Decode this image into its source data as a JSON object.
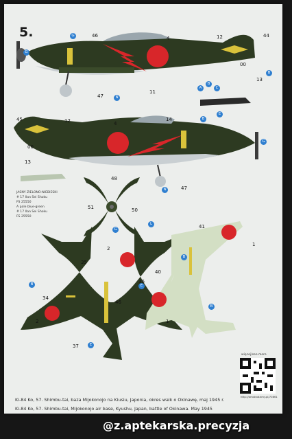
{
  "sheet": {
    "plate_number": "5.",
    "caption_pl": "Ki-84 Ko, 57. Shimbu-tai, baza Mijokonojo na Kiusiu, Japonia, okres walk o Okinawę, maj 1945 r.",
    "caption_en": "Ki-84 Ko, 57. Shimbu-tai, Mijokonojo air base, Kyushu, Japan, battle of Okinawa. May 1945",
    "color_legend": [
      "JASNY ZIELONO-NIEBIESKI",
      "# 17 Ilan Sei Shoku",
      "FS 25550",
      "A pale blue-green",
      "# 17 Ilan Sei Shoku",
      "FS 25550"
    ],
    "qr_label": "więcej/see more",
    "qr_url": "http://amstrodzimy.pl/70861",
    "watermark": "@z.aptekarska.precyzja"
  },
  "callouts": {
    "numbers": [
      "46",
      "4",
      "12",
      "44",
      "00",
      "13",
      "11",
      "47",
      "45",
      "12",
      "00",
      "13",
      "14",
      "4",
      "47",
      "48",
      "51",
      "50",
      "2",
      "35",
      "36",
      "34",
      "46",
      "37",
      "2",
      "41",
      "1",
      "40",
      "1"
    ],
    "letters": [
      "G",
      "G",
      "B",
      "N",
      "A",
      "B",
      "C",
      "E",
      "G",
      "B",
      "N",
      "G",
      "L",
      "E",
      "B",
      "E",
      "B",
      "B"
    ]
  },
  "colors": {
    "olive_green": "#2d3a21",
    "hinomaru_red": "#d8262a",
    "yellow_band": "#d9c23b",
    "callout_blue": "#2f7fd0",
    "sheet": "#eceeec",
    "background": "#161616",
    "pale_blue_green": "#d3dfc4"
  }
}
